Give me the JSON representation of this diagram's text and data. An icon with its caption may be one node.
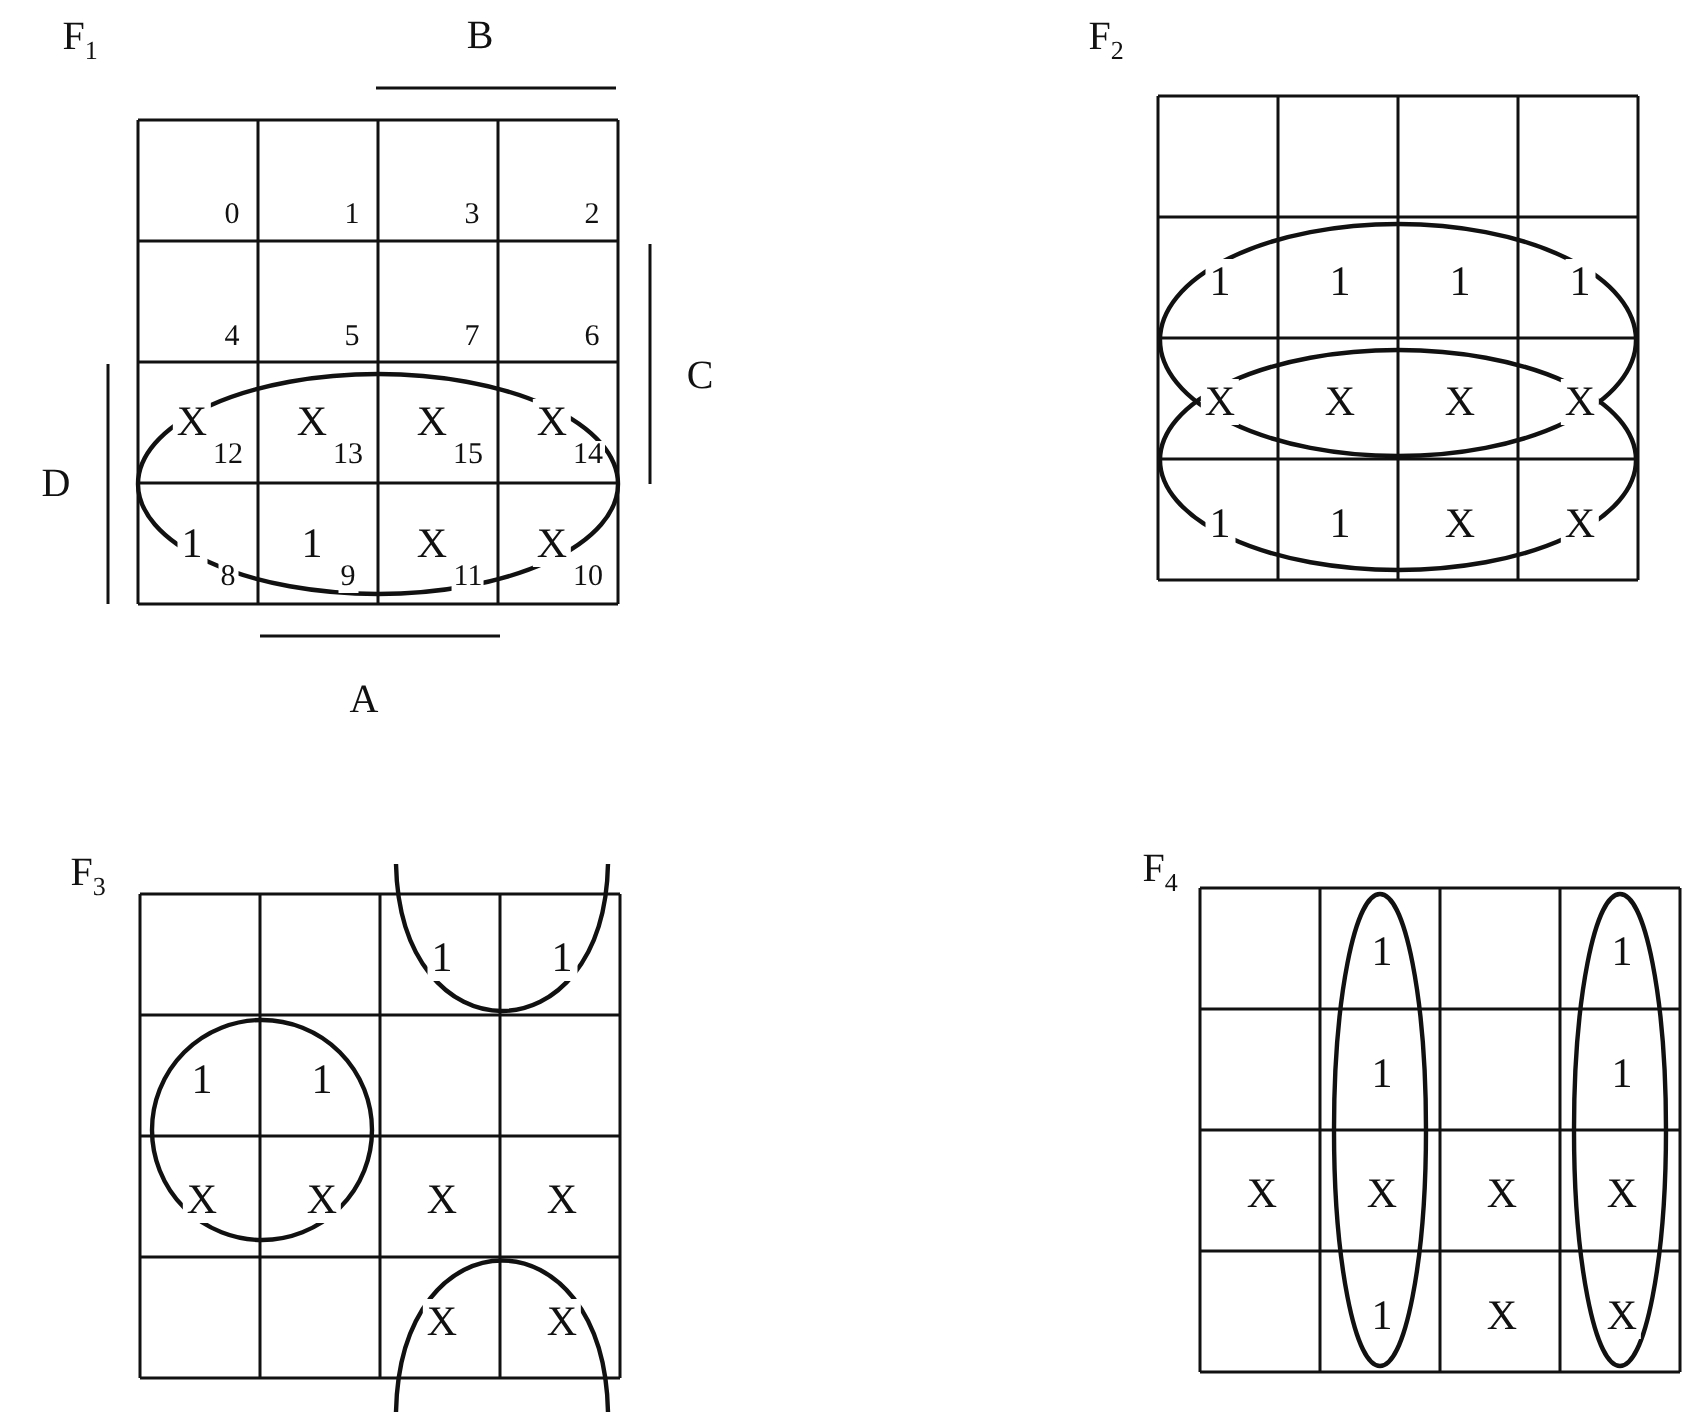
{
  "diagram": {
    "labels": [
      "F$_{1}$",
      "B",
      "0",
      "1",
      "3",
      "2",
      "4",
      "5",
      "7",
      "6",
      "X",
      "12",
      "X",
      "13",
      "X",
      "15",
      "X",
      "14",
      "1",
      "8",
      "1",
      "9",
      "X",
      "11",
      "X",
      "10",
      "C",
      "D",
      "A",
      "F$_{2}$",
      "1",
      "1",
      "1",
      "1",
      "X",
      "X",
      "X",
      "X",
      "1",
      "1",
      "X",
      "X",
      "F$_{3}$",
      "1",
      "1",
      "1",
      "1",
      "X",
      "X",
      "X",
      "X",
      "X",
      "X",
      "F$_{4}$",
      "1",
      "1",
      "1",
      "1",
      "X",
      "X",
      "X",
      "X",
      "1",
      "X",
      "X"
    ]
  }
}
